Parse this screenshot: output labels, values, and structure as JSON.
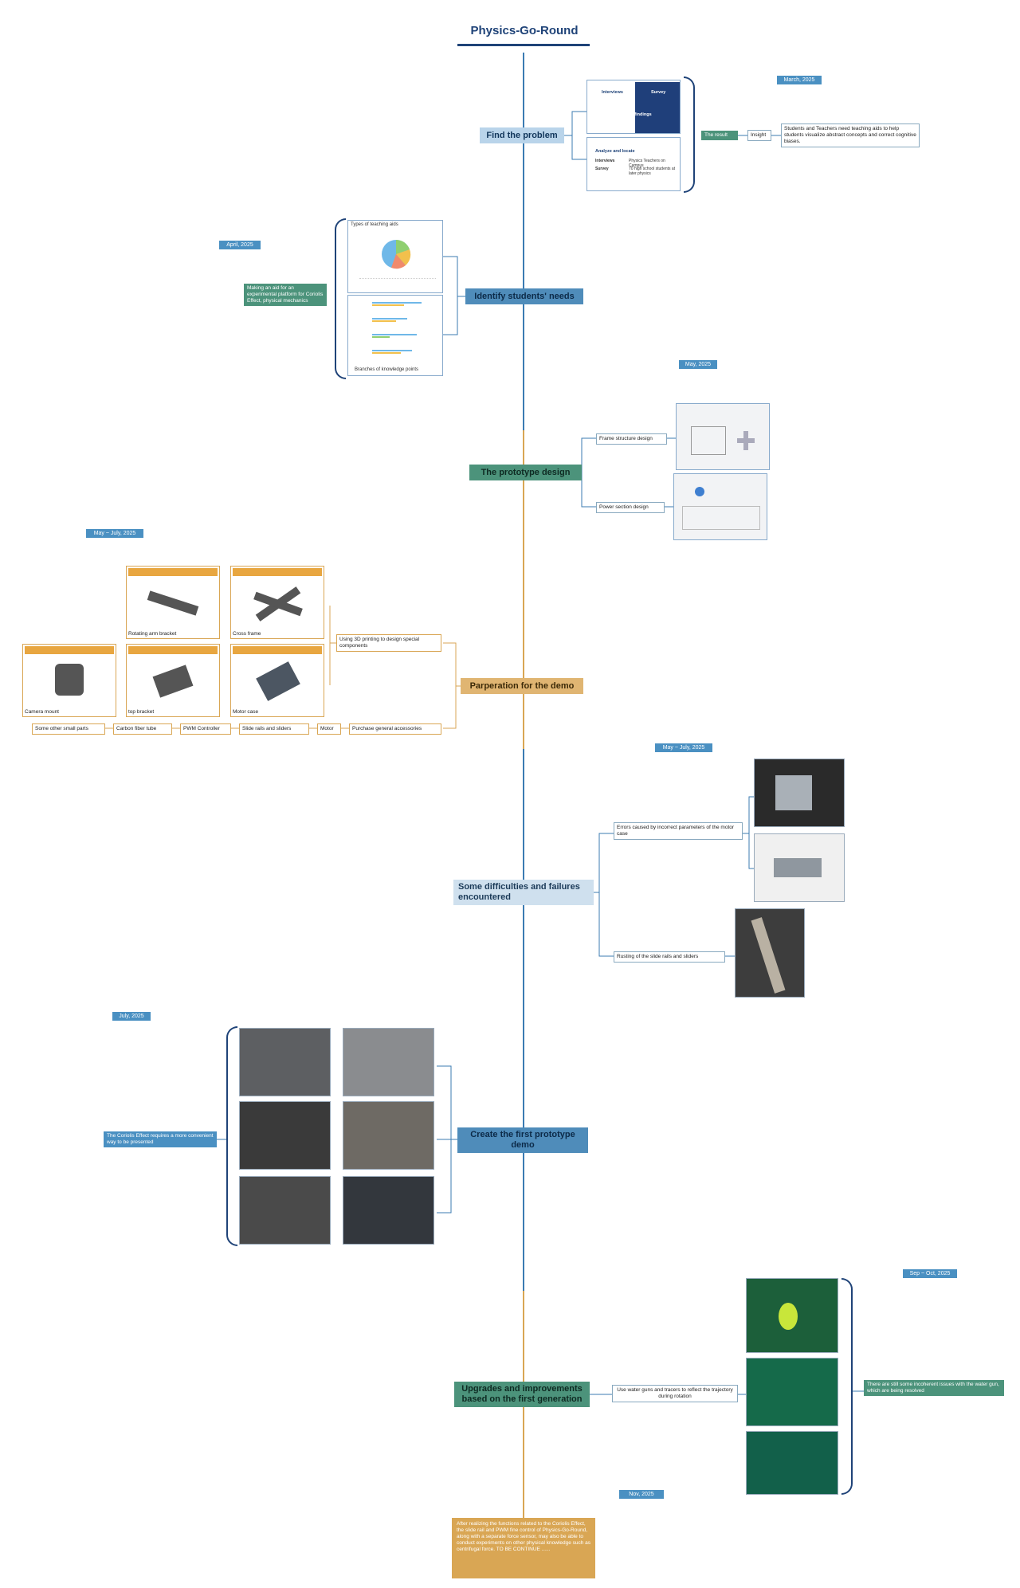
{
  "title": "Physics-Go-Round",
  "dates": {
    "d1": "March, 2025",
    "d2": "April, 2025",
    "d3": "May, 2025",
    "d4": "May ~ July, 2025",
    "d5": "May ~ July, 2025",
    "d6": "July, 2025",
    "d7": "Sep ~ Oct, 2025",
    "d8": "Nov, 2025"
  },
  "nodes": {
    "find": "Find the problem",
    "identify": "Identify students' needs",
    "prototype": "The prototype design",
    "prep": "Parperation for the demo",
    "difficulties": "Some difficulties and failures encountered",
    "create": "Create the first prototype demo",
    "upgrade": "Upgrades and improvements based on the first generation"
  },
  "find": {
    "card1": {
      "interviews": "Interviews",
      "survey": "Survey",
      "extra": "Extra findings"
    },
    "card2": {
      "title": "Analyze and locate",
      "row1_label": "Interviews",
      "row1_value": "Physics Teachers on Campus",
      "row2_label": "Survey",
      "row2_value": "70 high school students at later physics"
    },
    "result_tag": "The result",
    "insight_label": "Insight",
    "insight_text": "Students and Teachers need teaching aids to help students visualize abstract concepts and correct cognitive biases."
  },
  "identify": {
    "aim_tag": "Making an aid for an experimental platform for Coriolis Effect, physical mechanics",
    "pie_title": "Types of teaching aids",
    "bar_title": "Branches of knowledge points"
  },
  "prototype": {
    "frame": "Frame structure design",
    "power": "Power section design"
  },
  "prep": {
    "print_label": "Using 3D printing to design special components",
    "purchase_label": "Purchase general accessories",
    "parts": [
      "Rotating arm bracket",
      "Cross frame",
      "Camera mount",
      "top bracket",
      "Motor case"
    ],
    "accessories": [
      "Some other small parts",
      "Carbon fiber tube",
      "PWM Controller",
      "Slide rails and sliders",
      "Motor"
    ]
  },
  "difficulties": {
    "err1": "Errors caused by incorrect parameters of the motor case",
    "err2": "Rusting of the slide rails and sliders"
  },
  "create": {
    "tag": "The Coriolis Effect requires a more convenient way to be presented"
  },
  "upgrade": {
    "label": "Use water guns and tracers to reflect the trajectory during rotation",
    "issue": "There are still some incoherent issues with the water gun, which are being resolved"
  },
  "final_text": "After realizing the functions related to the Coriolis Effect, the slide rail and PWM fine control of Physics-Go-Round, along with a separate force sensor, may also be able to conduct experiments on other physical knowledge such as centrifugal force. TO BE CONTINUE ......",
  "colors": {
    "navy": "#1f4378",
    "spine_blue": "#3b7bb2",
    "spine_orange": "#d9a654",
    "green": "#4c937b",
    "blue": "#4a90c2"
  }
}
